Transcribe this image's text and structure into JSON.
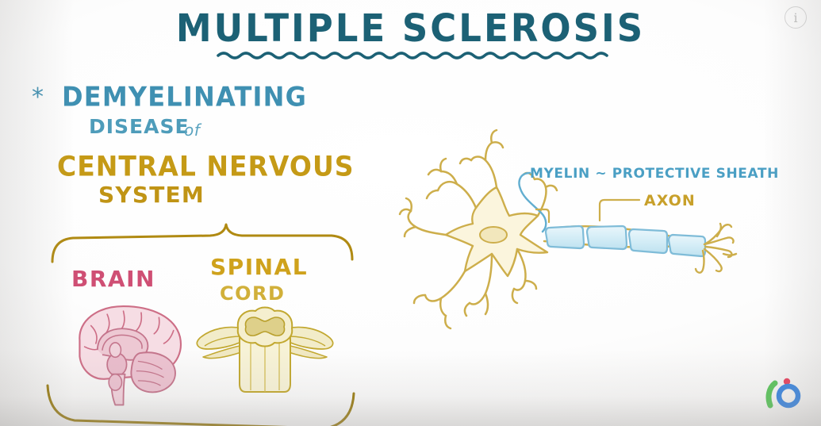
{
  "page": {
    "title": "MULTIPLE SCLEROSIS",
    "background_color": "#fdfdfd"
  },
  "header": {
    "title": "MULTIPLE SCLEROSIS",
    "title_color": "#1c6175",
    "underline": "wavy-underline"
  },
  "controls": {
    "info_icon": "i",
    "info_icon_name": "info-icon"
  },
  "notes": {
    "bullet": "*",
    "line1": "DEMYELINATING",
    "line1_color": "#3f90b2",
    "line2": "DISEASE",
    "line2_connector": "of",
    "line3": "CENTRAL NERVOUS",
    "line3_color": "#c59a16",
    "line4": "SYSTEM"
  },
  "cns_parts": [
    {
      "label": "BRAIN",
      "color": "#cf4f74",
      "illustration": "brain-sagittal-cross-section"
    },
    {
      "label": "SPINAL",
      "label2": "CORD",
      "color": "#cfa21c",
      "illustration": "spinal-cord-cross-section"
    }
  ],
  "neuron_diagram": {
    "illustration": "neuron-with-myelinated-axon",
    "soma_color": "#d8b24a",
    "myelin_color": "#7fbcd8",
    "labels": [
      {
        "name": "myelin-label",
        "text": "MYELIN ~ PROTECTIVE SHEATH",
        "color": "#4a9fc4"
      },
      {
        "name": "axon-label",
        "text": "AXON",
        "color": "#c8a02a"
      }
    ],
    "myelin_segment_count": 4
  },
  "branding": {
    "logo_name": "osmosis-logo",
    "logo_colors": {
      "arc": "#5cc45c",
      "dot": "#e8415e",
      "ring": "#3b86e0"
    }
  }
}
